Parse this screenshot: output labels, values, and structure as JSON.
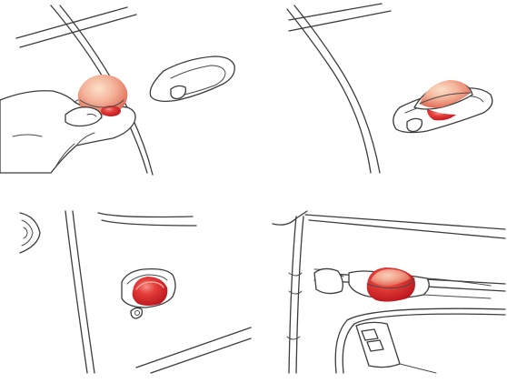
{
  "panels": [
    {
      "id": "top-left",
      "scene": "hand-holding-door-handle-protector"
    },
    {
      "id": "top-right",
      "scene": "door-handle-protector-installed"
    },
    {
      "id": "bottom-left",
      "scene": "door-handle-recess-with-protector"
    },
    {
      "id": "bottom-right",
      "scene": "interior-door-handle-protector"
    }
  ],
  "colors": {
    "line": "#3c3c3c",
    "background": "#ffffff",
    "protector_light": "#f3b8a6",
    "protector_mid": "#e8735c",
    "protector_dark": "#c81e24"
  }
}
